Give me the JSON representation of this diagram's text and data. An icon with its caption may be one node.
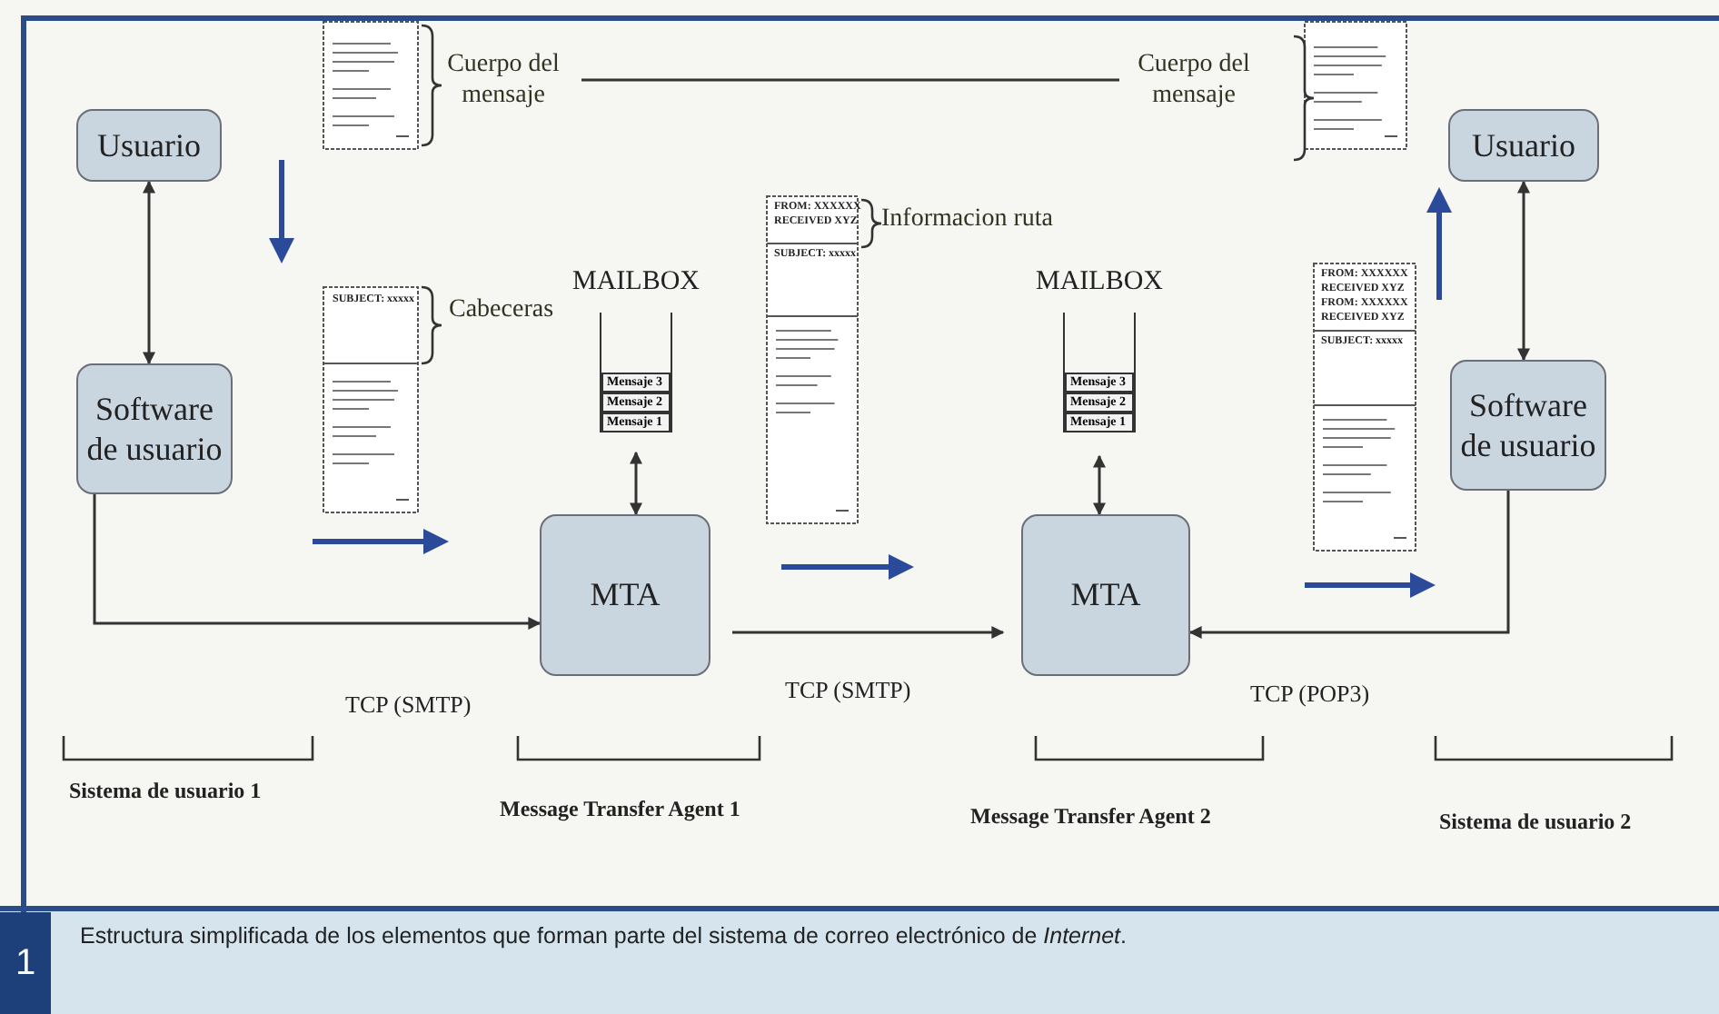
{
  "diagram": {
    "caption": "Estructura simplificada de los elementos que forman parte del sistema de correo electrónico de *Internet*.",
    "nodes": [
      {
        "text": [
          "Usuario"
        ]
      },
      {
        "text": [
          "Cuerpo del mensaje"
        ]
      },
      {
        "text": [
          "Cuerpo del mensaje"
        ]
      },
      {
        "text": [
          "Usuario"
        ]
      },
      {
        "text": [
          "Software de usuario"
        ]
      },
      {
        "text": [
          "MAILBOX",
          "Mensaje 3",
          "Mensaje 2",
          "Mensaje 1"
        ]
      },
      {
        "text": [
          "MAILBOX",
          "Mensaje 3",
          "Mensaje 2",
          "Mensaje 1"
        ]
      },
      {
        "text": [
          "Software de usuario"
        ]
      },
      {
        "text": [
          "MTA"
        ]
      },
      {
        "text": [
          "MTA"
        ]
      }
    ],
    "edges": [
      {
        "from": 0,
        "to": 4,
        "arrow": "both"
      },
      {
        "from": 1,
        "to": 2,
        "arrow": "none"
      },
      {
        "from": 4,
        "to": 8,
        "arrow": "to",
        "label": "TCP (SMTP)"
      },
      {
        "from": 8,
        "to": 9,
        "arrow": "to",
        "label": "TCP (SMTP)"
      },
      {
        "from": 7,
        "to": 9,
        "arrow": "to",
        "label": "TCP (POP3)"
      },
      {
        "from": 3,
        "to": 7,
        "arrow": "both"
      },
      {
        "from": 5,
        "to": 8,
        "arrow": "both"
      },
      {
        "from": 6,
        "to": 9,
        "arrow": "both"
      }
    ],
    "labels": [
      "SUBJECT: xxxxx",
      "Cabeceras",
      "FROM: XXXXXX",
      "RECEIVED XYZ",
      "SUBJECT: xxxxx",
      "Informacion ruta",
      "FROM: XXXXXX",
      "RECEIVED XYZ",
      "FROM: XXXXXX",
      "RECEIVED XYZ",
      "SUBJECT: xxxxx",
      "Sistema de usuario 1",
      "Message Transfer Agent 1",
      "Message Transfer Agent 2",
      "Sistema de usuario 2",
      "1"
    ]
  }
}
